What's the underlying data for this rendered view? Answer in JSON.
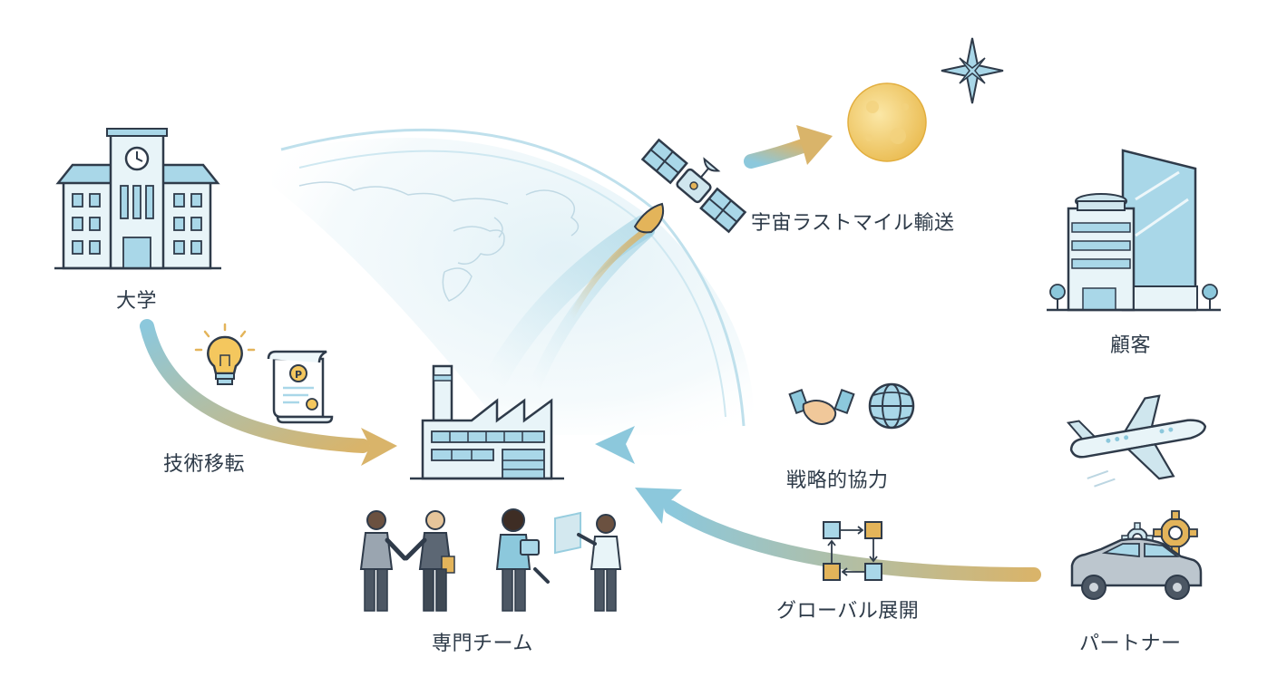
{
  "labels": {
    "university": "大学",
    "tech_transfer": "技術移転",
    "space_last_mile": "宇宙ラストマイル輸送",
    "customer": "顧客",
    "strategic_cooperation": "戦略的協力",
    "global_expansion": "グローバル展開",
    "expert_team": "専門チーム",
    "partner": "パートナー"
  },
  "icons": {
    "university": "university-building-icon",
    "lightbulb": "lightbulb-icon",
    "patent": "patent-document-icon",
    "factory": "factory-icon",
    "globe_map": "world-globe-icon",
    "satellite": "satellite-icon",
    "moon": "moon-icon",
    "star": "star-icon",
    "customer": "office-building-icon",
    "handshake": "handshake-icon",
    "small_globe": "globe-icon",
    "airplane": "airplane-icon",
    "flowchart": "flowchart-icon",
    "car": "car-icon",
    "gears": "gears-icon",
    "team": "team-people-icon"
  },
  "colors": {
    "arrow_blue": "#8cc8dc",
    "arrow_gold": "#d9b46a",
    "outline": "#2f3b4a",
    "fill_blue": "#a9d7e8",
    "fill_gold": "#e8b94a"
  }
}
